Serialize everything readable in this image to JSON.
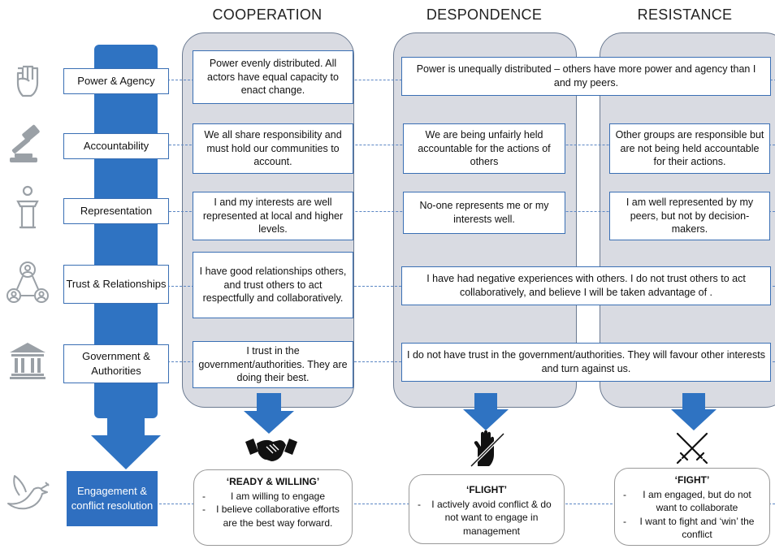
{
  "headers": {
    "cooperation": "COOPERATION",
    "despondence": "DESPONDENCE",
    "resistance": "RESISTANCE"
  },
  "factors": [
    {
      "label": "Power & Agency",
      "icon": "raised-fist-icon"
    },
    {
      "label": "Accountability",
      "icon": "gavel-icon"
    },
    {
      "label": "Representation",
      "icon": "podium-icon"
    },
    {
      "label": "Trust & Relationships",
      "icon": "network-people-icon"
    },
    {
      "label": "Government & Authorities",
      "icon": "government-building-icon"
    }
  ],
  "cooperation": [
    "Power evenly distributed. All actors have equal capacity to enact change.",
    "We all share responsibility and must hold our communities to account.",
    "I and my interests are well represented at local and higher levels.",
    "I have good relationships others, and trust others to act respectfully and collaboratively.",
    "I trust in the government/authorities. They are doing their best."
  ],
  "despondence": {
    "accountability": "We are being unfairly held accountable for the actions of others",
    "representation": "No-one represents me or my interests well."
  },
  "resistance": {
    "accountability": "Other groups are responsible but are not being held accountable for their actions.",
    "representation": "I am well represented by my peers, but not by decision-makers."
  },
  "shared": {
    "power": "Power is unequally distributed – others have more power and agency than I and my peers.",
    "trust": "I have had negative experiences with others. I do not trust others to act collaboratively, and believe I will be taken advantage of .",
    "government": "I do not have trust in the government/authorities. They will favour other interests and turn against us."
  },
  "engagement": {
    "label": "Engagement & conflict resolution",
    "icon": "dove-icon"
  },
  "responses": {
    "cooperation": {
      "title": "‘READY & WILLING’",
      "icon": "handshake-icon",
      "items": [
        "I am willing to engage",
        "I believe collaborative efforts are the best way forward."
      ]
    },
    "despondence": {
      "title": "‘FLIGHT’",
      "icon": "stop-hand-icon",
      "items": [
        "I actively avoid conflict & do not want to engage in management"
      ]
    },
    "resistance": {
      "title": "‘FIGHT’",
      "icon": "crossed-swords-icon",
      "items": [
        "I am engaged, but do not want to collaborate",
        "I want to fight and ‘win’ the conflict"
      ]
    }
  },
  "colors": {
    "accent": "#2f73c2",
    "column": "#d9dbe2",
    "border": "#3a6fb4"
  }
}
